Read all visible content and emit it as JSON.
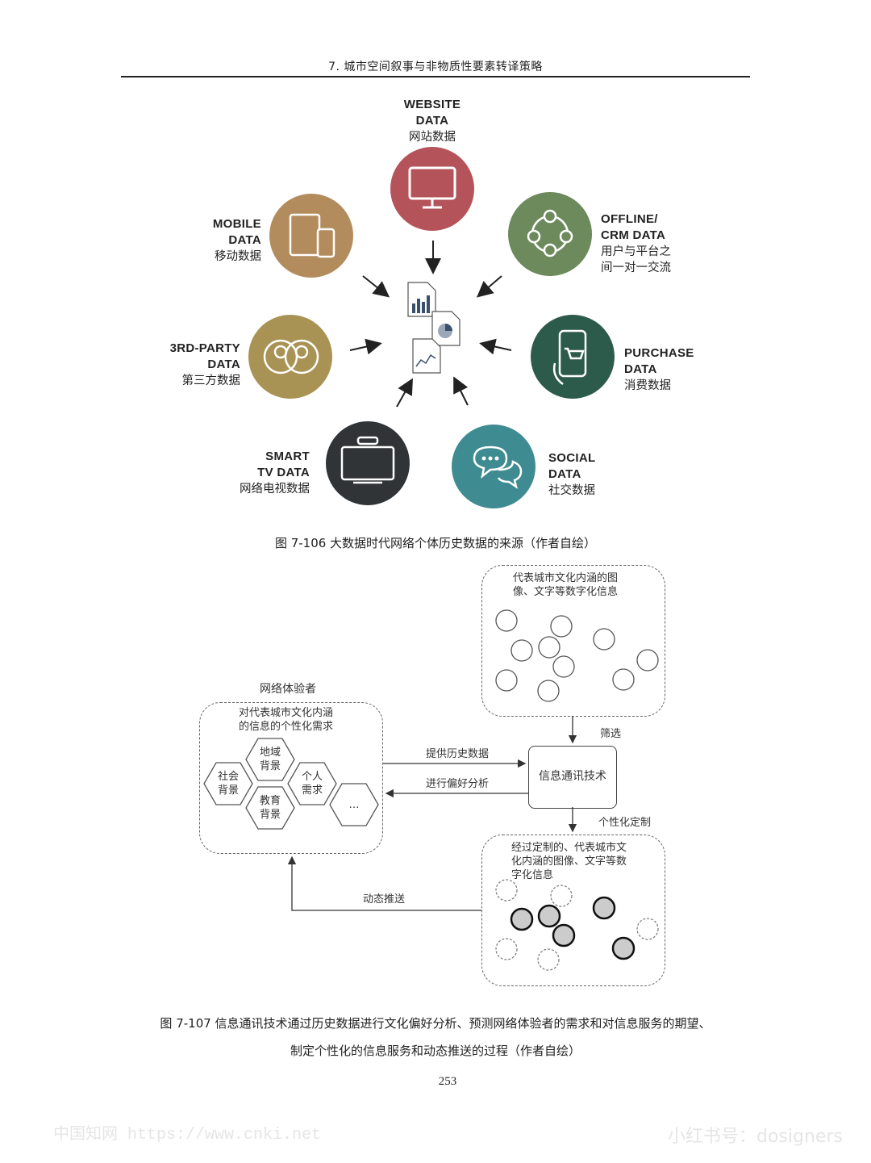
{
  "header": {
    "title": "7. 城市空间叙事与非物质性要素转译策略"
  },
  "figure1": {
    "sources": [
      {
        "key": "website",
        "en": [
          "WEBSITE",
          "DATA"
        ],
        "zh": "网站数据",
        "color": "#b5535a"
      },
      {
        "key": "offline",
        "en": [
          "OFFLINE/",
          "CRM DATA"
        ],
        "zh": [
          "用户与平台之",
          "间一对一交流"
        ],
        "color": "#6c8a5b"
      },
      {
        "key": "purchase",
        "en": [
          "PURCHASE",
          "DATA"
        ],
        "zh": "消费数据",
        "color": "#2d5b4b"
      },
      {
        "key": "social",
        "en": [
          "SOCIAL",
          "DATA"
        ],
        "zh": "社交数据",
        "color": "#3f8b92"
      },
      {
        "key": "smarttv",
        "en": [
          "SMART",
          "TV DATA"
        ],
        "zh": "网络电视数据",
        "color": "#313436"
      },
      {
        "key": "thirdparty",
        "en": [
          "3RD-PARTY",
          "DATA"
        ],
        "zh": "第三方数据",
        "color": "#a99354"
      },
      {
        "key": "mobile",
        "en": [
          "MOBILE",
          "DATA"
        ],
        "zh": "移动数据",
        "color": "#b38c5e"
      }
    ],
    "caption": "图 7-106  大数据时代网络个体历史数据的来源（作者自绘）"
  },
  "figure2": {
    "top_box_text": [
      "代表城市文化内涵的图",
      "像、文字等数字化信息"
    ],
    "filter_label": "筛选",
    "center_box": "信息通讯技术",
    "custom_label": "个性化定制",
    "bottom_box_text": [
      "经过定制的、代表城市文",
      "化内涵的图像、文字等数",
      "字化信息"
    ],
    "user_title": "网络体验者",
    "user_box_text": [
      "对代表城市文化内涵",
      "的信息的个性化需求"
    ],
    "hexes": [
      {
        "lines": [
          "地域",
          "背景"
        ]
      },
      {
        "lines": [
          "社会",
          "背景"
        ]
      },
      {
        "lines": [
          "个人",
          "需求"
        ]
      },
      {
        "lines": [
          "教育",
          "背景"
        ]
      },
      {
        "lines": [
          "…"
        ]
      }
    ],
    "arrow_top": "提供历史数据",
    "arrow_bottom": "进行偏好分析",
    "push_label": "动态推送",
    "caption": [
      "图 7-107 信息通讯技术通过历史数据进行文化偏好分析、预测网络体验者的需求和对信息服务的期望、",
      "制定个性化的信息服务和动态推送的过程（作者自绘）"
    ]
  },
  "page_number": "253",
  "watermarks": {
    "left": "中国知网   https://www.cnki.net",
    "right": "小红书号：dosigners"
  }
}
